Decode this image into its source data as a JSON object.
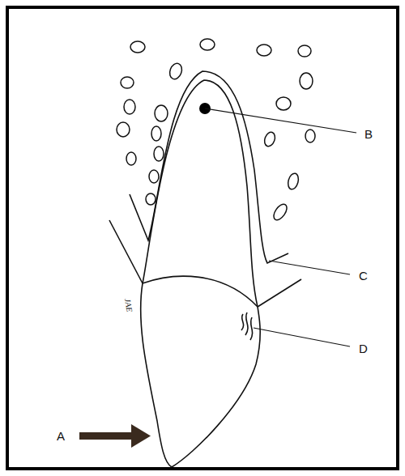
{
  "diagram": {
    "labels": [
      "A",
      "B",
      "C",
      "D",
      "JAE"
    ]
  }
}
